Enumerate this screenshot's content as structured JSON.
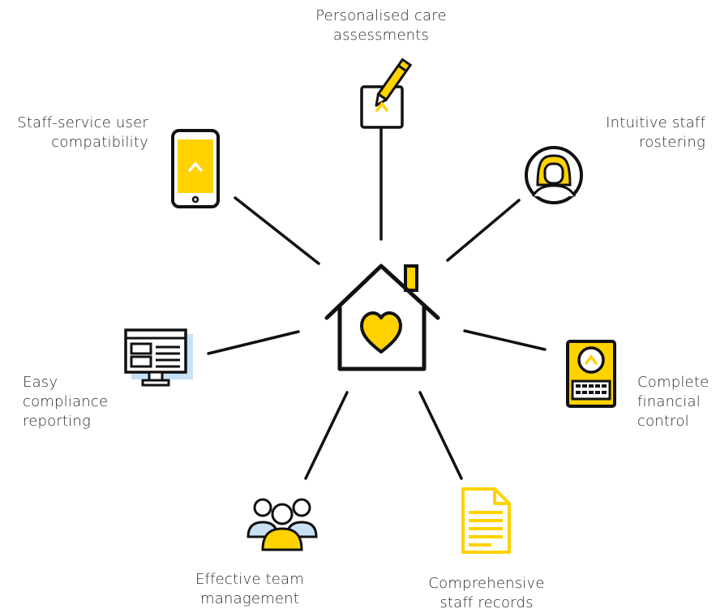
{
  "colors": {
    "accent": "#FFD200",
    "stroke": "#111111",
    "light_blue": "#C8E1F5"
  },
  "hub": {
    "icon": "house-heart-icon"
  },
  "features": {
    "care_assessments": {
      "label": "Personalised care\nassessments",
      "icon": "pencil-tablet-icon"
    },
    "staff_rostering": {
      "label": "Intuitive staff\nrostering",
      "icon": "staff-avatar-icon"
    },
    "financial_control": {
      "label": "Complete\nfinancial\ncontrol",
      "icon": "card-terminal-icon"
    },
    "staff_records": {
      "label": "Comprehensive\nstaff records",
      "icon": "document-icon"
    },
    "team_management": {
      "label": "Effective team\nmanagement",
      "icon": "team-icon"
    },
    "compliance_reporting": {
      "label": "Easy\ncompliance\nreporting",
      "icon": "monitor-report-icon"
    },
    "user_compatibility": {
      "label": "Staff-service user\ncompatibility",
      "icon": "smartphone-icon"
    }
  }
}
